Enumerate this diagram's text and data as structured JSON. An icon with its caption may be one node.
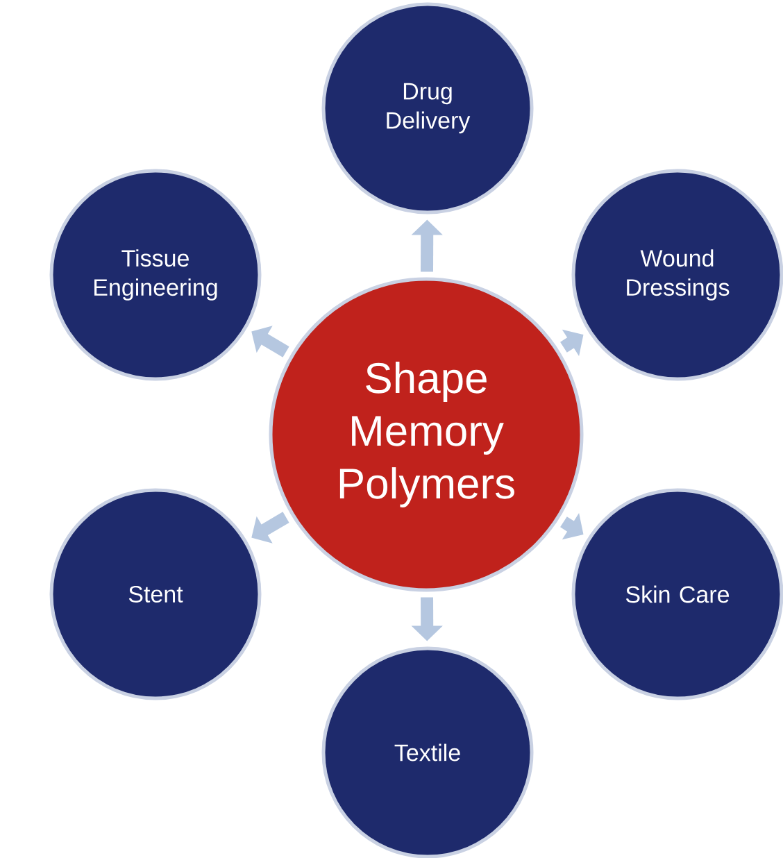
{
  "diagram": {
    "nodes": [
      {
        "text": [
          "Shape Memory Polymers"
        ]
      },
      {
        "text": [
          "Drug Delivery"
        ]
      },
      {
        "text": [
          "Wound Dressings"
        ]
      },
      {
        "text": [
          "Skin Care"
        ]
      },
      {
        "text": [
          "Textile"
        ]
      },
      {
        "text": [
          "Stent"
        ]
      },
      {
        "text": [
          "Tissue Engineering"
        ]
      }
    ],
    "edges": [
      {
        "from": 0,
        "to": 1,
        "arrow": "to"
      },
      {
        "from": 0,
        "to": 2,
        "arrow": "to"
      },
      {
        "from": 0,
        "to": 3,
        "arrow": "to"
      },
      {
        "from": 0,
        "to": 4,
        "arrow": "to"
      },
      {
        "from": 0,
        "to": 5,
        "arrow": "to"
      },
      {
        "from": 0,
        "to": 6,
        "arrow": "to"
      }
    ]
  }
}
